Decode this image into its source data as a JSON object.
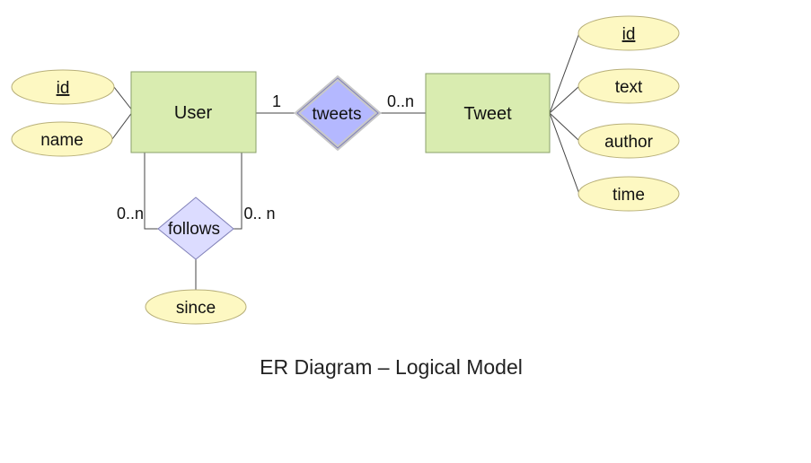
{
  "caption": "ER Diagram – Logical Model",
  "colors": {
    "entity_fill": "#d9ecb0",
    "entity_stroke": "#8aa06a",
    "attribute_fill": "#fdf8c2",
    "attribute_stroke": "#b8b07a",
    "relationship_strong_fill": "#b4b8ff",
    "relationship_light_fill": "#dcdcff",
    "relationship_stroke": "#8080b8",
    "line": "#444444"
  },
  "entities": {
    "user": "User",
    "tweet": "Tweet"
  },
  "relationships": {
    "tweets": "tweets",
    "follows": "follows"
  },
  "attributes": {
    "user_id": "id",
    "user_name": "name",
    "tweet_id": "id",
    "tweet_text": "text",
    "tweet_author": "author",
    "tweet_time": "time",
    "follows_since": "since"
  },
  "cardinalities": {
    "tweets_user": "1",
    "tweets_tweet": "0..n",
    "follows_left": "0..n",
    "follows_right": "0.. n"
  }
}
